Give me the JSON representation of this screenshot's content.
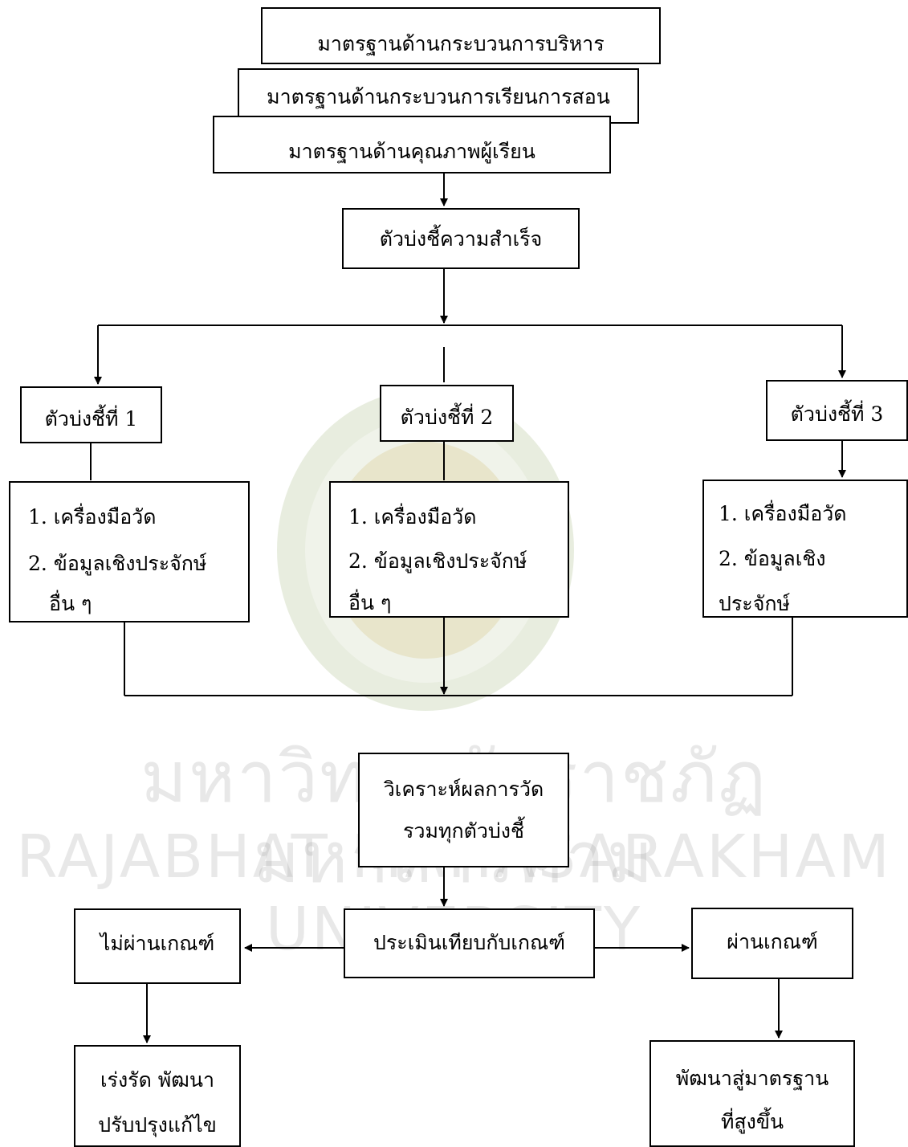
{
  "standards": {
    "admin": "มาตรฐานด้านกระบวนการบริหาร",
    "teaching": "มาตรฐานด้านกระบวนการเรียนการสอน",
    "learner": "มาตรฐานด้านคุณภาพผู้เรียน"
  },
  "success_indicators": "ตัวบ่งชี้ความสำเร็จ",
  "indicators": [
    {
      "label": "ตัวบ่งชี้ที่ 1",
      "items": [
        "1. เครื่องมือวัด",
        "2. ข้อมูลเชิงประจักษ์",
        "อื่น ๆ"
      ]
    },
    {
      "label": "ตัวบ่งชี้ที่ 2",
      "items": [
        "1. เครื่องมือวัด",
        "2. ข้อมูลเชิงประจักษ์",
        "อื่น ๆ"
      ]
    },
    {
      "label": "ตัวบ่งชี้ที่ 3",
      "items": [
        "1. เครื่องมือวัด",
        "2. ข้อมูลเชิง",
        "ประจักษ์"
      ]
    }
  ],
  "analyze": {
    "line1": "วิเคราะห์ผลการวัด",
    "line2": "รวมทุกตัวบ่งชี้"
  },
  "evaluate": "ประเมินเทียบกับเกณฑ์",
  "fail": "ไม่ผ่านเกณฑ์",
  "pass": "ผ่านเกณฑ์",
  "fail_action": {
    "line1": "เร่งรัด  พัฒนา",
    "line2": "ปรับปรุงแก้ไข"
  },
  "pass_action": {
    "line1": "พัฒนาสู่มาตรฐาน",
    "line2": "ที่สูงขึ้น"
  },
  "watermark": {
    "line1": "มหาวิทยาลัยราชภัฏมหาสารคาม",
    "line2": "RAJABHAT MAHASARAKHAM UNIVERSITY",
    "seal_color": "#6e8f3a"
  }
}
